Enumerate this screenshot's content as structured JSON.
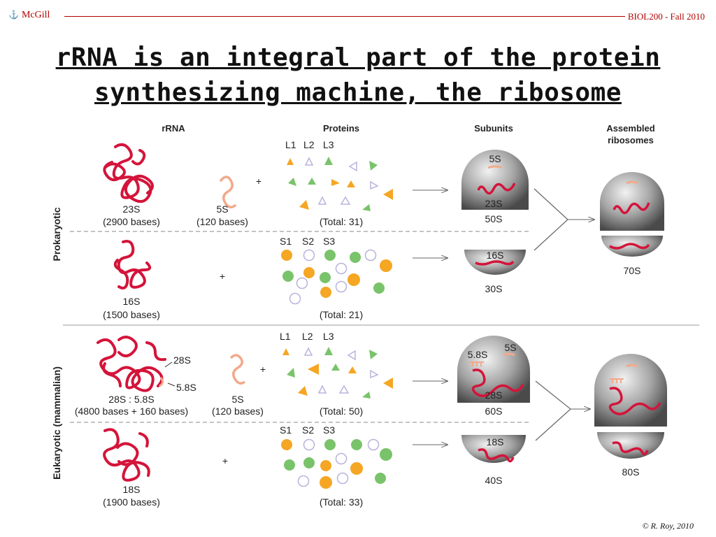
{
  "header": {
    "logo_text": "McGill",
    "course": "BIOL200 - Fall 2010"
  },
  "title_line1": "rRNA is an integral part of the protein",
  "title_line2": "synthesizing machine, the ribosome",
  "footer": "© R. Roy, 2010",
  "columns": {
    "rrna": "rRNA",
    "proteins": "Proteins",
    "subunits": "Subunits",
    "assembled_line1": "Assembled",
    "assembled_line2": "ribosomes"
  },
  "side_labels": {
    "prokaryotic": "Prokaryotic",
    "eukaryotic": "Eukaryotic (mammalian)"
  },
  "plus": "+",
  "prokaryotic": {
    "large_rrna_name": "23S",
    "large_rrna_size": "(2900 bases)",
    "small5s_name": "5S",
    "small5s_size": "(120 bases)",
    "large_proteins": [
      "L1",
      "L2",
      "L3"
    ],
    "large_total": "(Total:  31)",
    "small_rrna_name": "16S",
    "small_rrna_size": "(1500 bases)",
    "small_proteins": [
      "S1",
      "S2",
      "S3"
    ],
    "small_total": "(Total:  21)",
    "large_subunit_top": "5S",
    "large_subunit_inner": "23S",
    "large_subunit_name": "50S",
    "small_subunit_inner": "16S",
    "small_subunit_name": "30S",
    "assembled_name": "70S"
  },
  "eukaryotic": {
    "label_28s": "28S",
    "label_58s": "5.8S",
    "large_rrna_name": "28S : 5.8S",
    "large_rrna_size": "(4800 bases + 160 bases)",
    "small5s_name": "5S",
    "small5s_size": "(120 bases)",
    "large_proteins": [
      "L1",
      "L2",
      "L3"
    ],
    "large_total": "(Total:  50)",
    "small_rrna_name": "18S",
    "small_rrna_size": "(1900 bases)",
    "small_proteins": [
      "S1",
      "S2",
      "S3"
    ],
    "small_total": "(Total:  33)",
    "large_subunit_58s": "5.8S",
    "large_subunit_5s": "5S",
    "large_subunit_inner": "28S",
    "large_subunit_name": "60S",
    "small_subunit_inner": "18S",
    "small_subunit_name": "40S",
    "assembled_name": "80S"
  },
  "colors": {
    "rrna_red": "#d4143a",
    "rrna_5s": "#f2a98a",
    "orange": "#f5a623",
    "green": "#79c36a",
    "lavender": "#b9b3dc",
    "subunit_gray": "#8d8d8d",
    "brand_red": "#b00000"
  }
}
